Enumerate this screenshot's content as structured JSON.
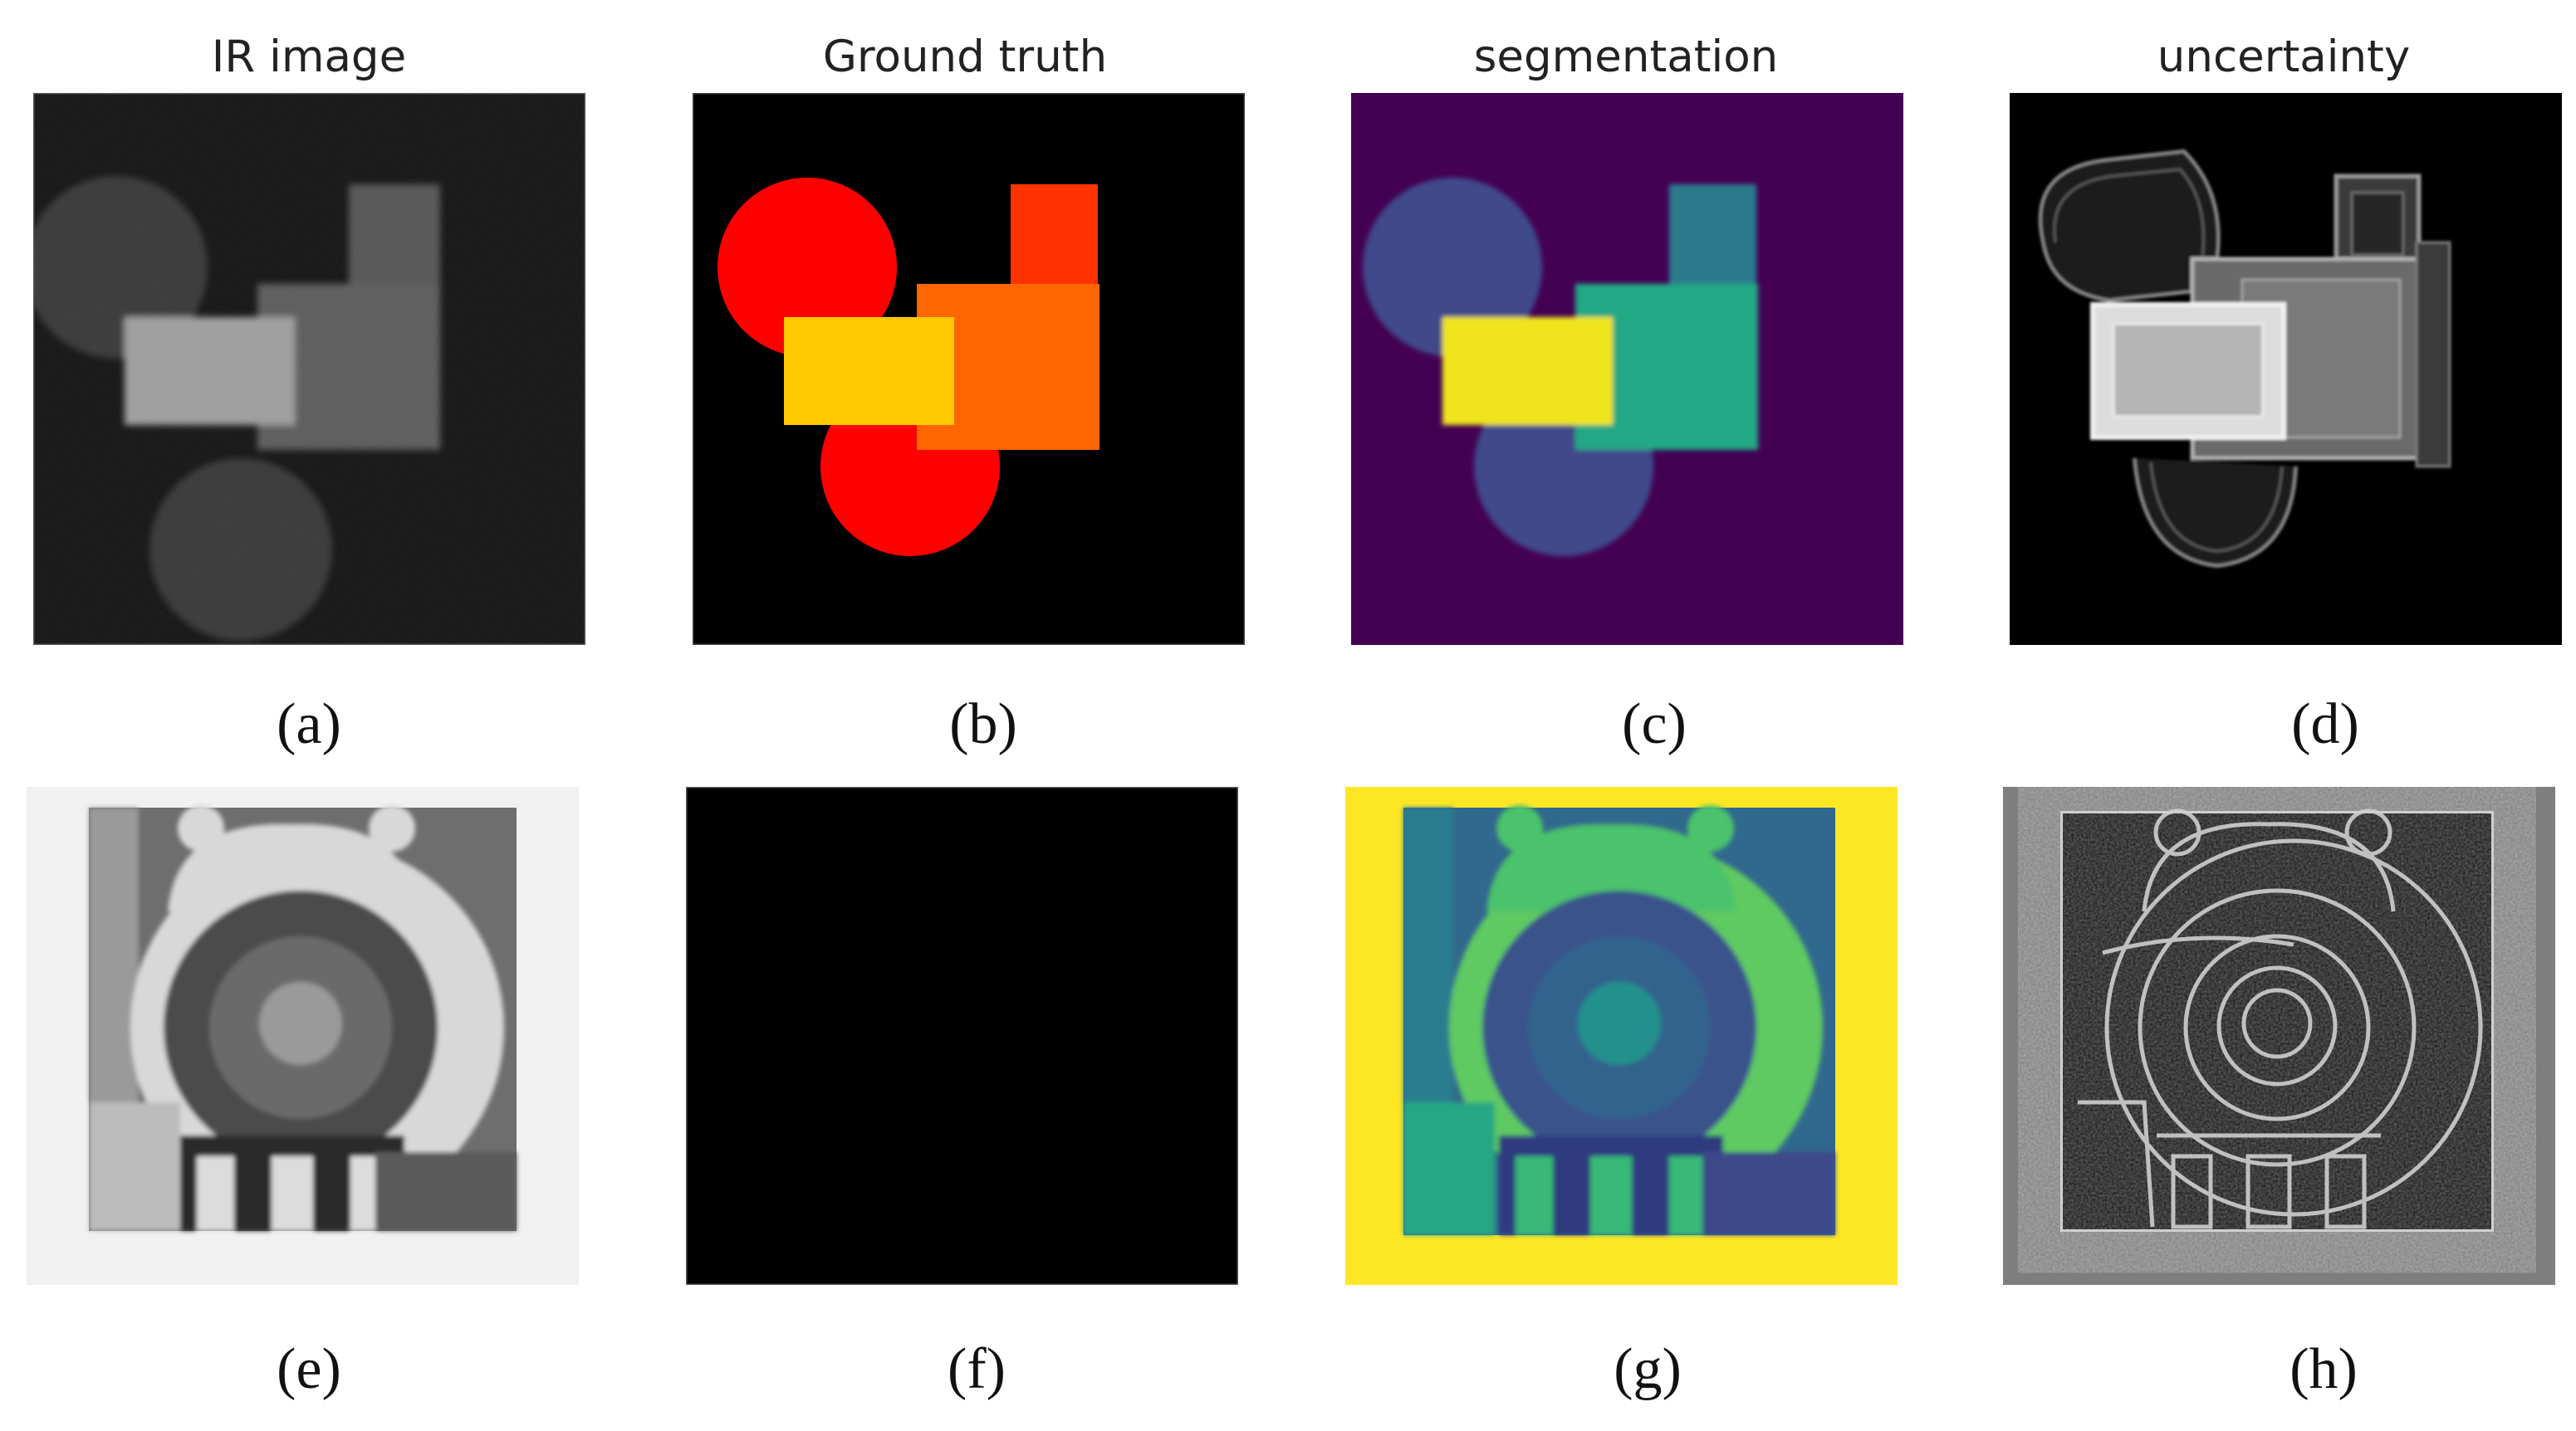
{
  "titles": {
    "a": "IR image",
    "b": "Ground truth",
    "c": "segmentation",
    "d": "uncertainty"
  },
  "captions": {
    "a": "(a)",
    "b": "(b)",
    "c": "(c)",
    "d": "(d)",
    "e": "(e)",
    "f": "(f)",
    "g": "(g)",
    "h": "(h)"
  },
  "colors": {
    "background": "#ffffff",
    "gt_red": "#ff0000",
    "gt_orange_red": "#ff3300",
    "gt_orange": "#ff6600",
    "gt_yellow": "#ffc800",
    "viridis_dark": "#440154",
    "viridis_blue": "#3f4a8a",
    "viridis_teal": "#2a7a8c",
    "viridis_green": "#22a884",
    "viridis_yellow": "#fde725"
  }
}
